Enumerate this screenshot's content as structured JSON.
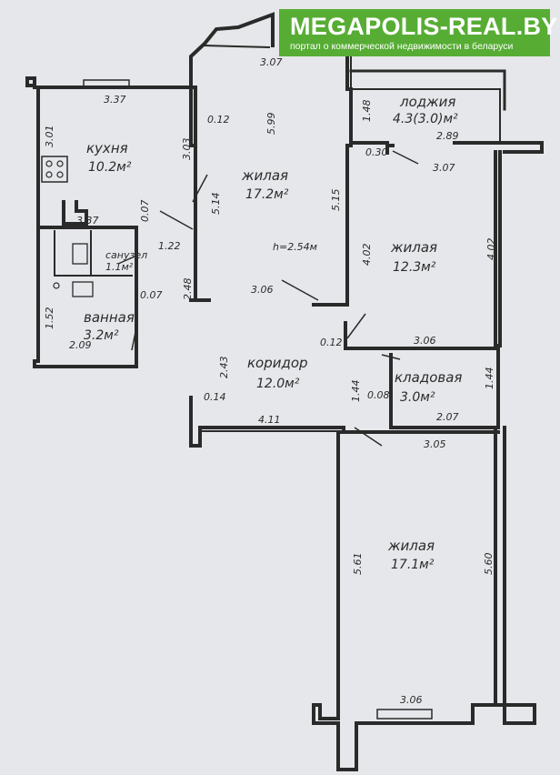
{
  "banner": {
    "brand": "MEGAPOLIS-REAL.BY",
    "tagline": "портал о коммерческой недвижимости в беларуси"
  },
  "colors": {
    "wall": "#2a2a2a",
    "paper": "#e6e7ea",
    "banner": "#57ad34"
  },
  "rooms": {
    "kitchen": {
      "name": "кухня",
      "area": "10.2м²"
    },
    "bedroom1": {
      "name": "жилая",
      "area": "17.2м²"
    },
    "loggia": {
      "name": "лоджия",
      "area": "4.3(3.0)м²"
    },
    "bedroom2": {
      "name": "жилая",
      "area": "12.3м²"
    },
    "toilet": {
      "name": "санузел",
      "area": "1.1м²"
    },
    "bathroom": {
      "name": "ванная",
      "area": "3.2м²"
    },
    "corridor": {
      "name": "коридор",
      "area": "12.0м²"
    },
    "storage": {
      "name": "кладовая",
      "area": "3.0м²"
    },
    "bedroom3": {
      "name": "жилая",
      "area": "17.1м²"
    }
  },
  "ceiling_height": "h=2.54м",
  "dimensions": {
    "d_307_top": "3.07",
    "d_337_a": "3.37",
    "d_301": "3.01",
    "d_012_a": "0.12",
    "d_599": "5.99",
    "d_303": "3.03",
    "d_148": "1.48",
    "d_289": "2.89",
    "d_030": "0.30",
    "d_307_b": "3.07",
    "d_514": "5.14",
    "d_515": "5.15",
    "d_007_a": "0.07",
    "d_337_b": "3.37",
    "d_402_a": "4.02",
    "d_402_b": "4.02",
    "d_122": "1.22",
    "d_248": "2.48",
    "d_007_b": "0.07",
    "d_306_a": "3.06",
    "d_152": "1.52",
    "d_209": "2.09",
    "d_012_b": "0.12",
    "d_306_b": "3.06",
    "d_243": "2.43",
    "d_014": "0.14",
    "d_144_a": "1.44",
    "d_008": "0.08",
    "d_144_b": "1.44",
    "d_207": "2.07",
    "d_411": "4.11",
    "d_305": "3.05",
    "d_561": "5.61",
    "d_560": "5.60",
    "d_306_c": "3.06"
  }
}
